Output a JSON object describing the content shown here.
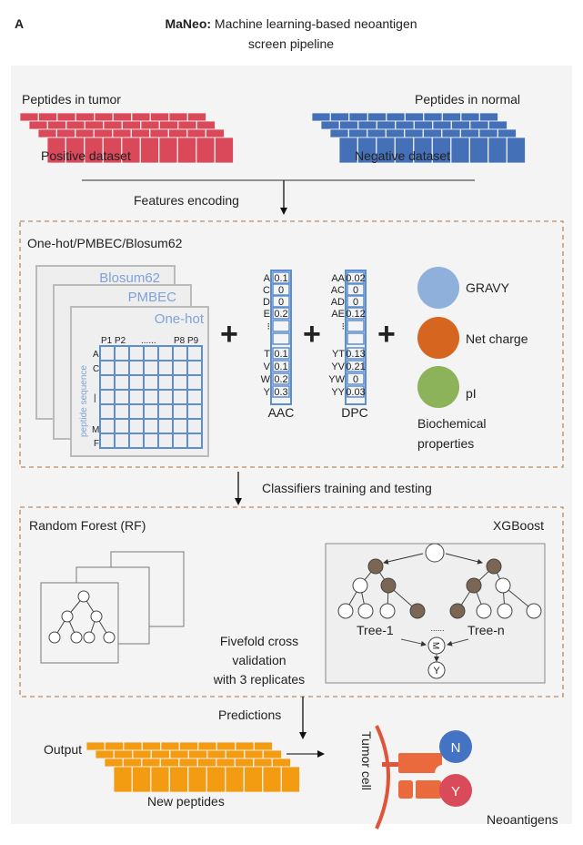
{
  "panel_label": "A",
  "title": {
    "bold": "MaNeo:",
    "rest": "Machine learning-based neoantigen",
    "line2": "screen pipeline"
  },
  "inputs": {
    "tumor_label": "Peptides in tumor",
    "normal_label": "Peptides in normal",
    "positive_label": "Positive dataset",
    "negative_label": "Negative dataset",
    "tumor_color": "#d9495a",
    "normal_color": "#4470b8"
  },
  "step1": "Features encoding",
  "encoding": {
    "title": "One-hot/PMBEC/Blosum62",
    "cards": [
      "Blosum62",
      "PMBEC",
      "One-hot"
    ],
    "col_labels": [
      "P1",
      "P2",
      "......",
      "P8",
      "P9"
    ],
    "row_labels": [
      "A",
      "C",
      "|",
      "M",
      "F"
    ],
    "axis_label": "peptide sequence",
    "plus": "+",
    "aac": {
      "label": "AAC",
      "rows": [
        [
          "A",
          "0.1"
        ],
        [
          "C",
          "0"
        ],
        [
          "D",
          "0"
        ],
        [
          "E",
          "0.2"
        ],
        [
          "⁝",
          ""
        ],
        [
          "",
          ""
        ],
        [
          "T",
          "0.1"
        ],
        [
          "V",
          "0.1"
        ],
        [
          "W",
          "0.2"
        ],
        [
          "Y",
          "0.3"
        ]
      ]
    },
    "dpc": {
      "label": "DPC",
      "rows": [
        [
          "AA",
          "0.02"
        ],
        [
          "AC",
          "0"
        ],
        [
          "AD",
          "0"
        ],
        [
          "AE",
          "0.12"
        ],
        [
          "⁝",
          ""
        ],
        [
          "",
          ""
        ],
        [
          "YT",
          "0.13"
        ],
        [
          "YV",
          "0.21"
        ],
        [
          "YW",
          "0"
        ],
        [
          "YY",
          "0.03"
        ]
      ]
    },
    "properties": [
      {
        "label": "GRAVY",
        "color": "#8fb0da"
      },
      {
        "label": "Net charge",
        "color": "#d5651f"
      },
      {
        "label": "pI",
        "color": "#8db35a"
      }
    ],
    "properties_caption": [
      "Biochemical",
      "properties"
    ]
  },
  "step2": "Classifiers training and testing",
  "classifiers": {
    "rf_label": "Random Forest (RF)",
    "xgb_label": "XGBoost",
    "cv_text": [
      "Fivefold cross",
      "validation",
      "with 3 replicates"
    ],
    "tree1": "Tree-1",
    "treen": "Tree-n",
    "dots": "......",
    "merge": "M",
    "output": "Y"
  },
  "step3": "Predictions",
  "output": {
    "label": "Output",
    "new_label": "New peptides",
    "color": "#f39c12",
    "cell_label": "Tumor cell",
    "n": "N",
    "y": "Y",
    "neo_label": "Neoantigens"
  }
}
